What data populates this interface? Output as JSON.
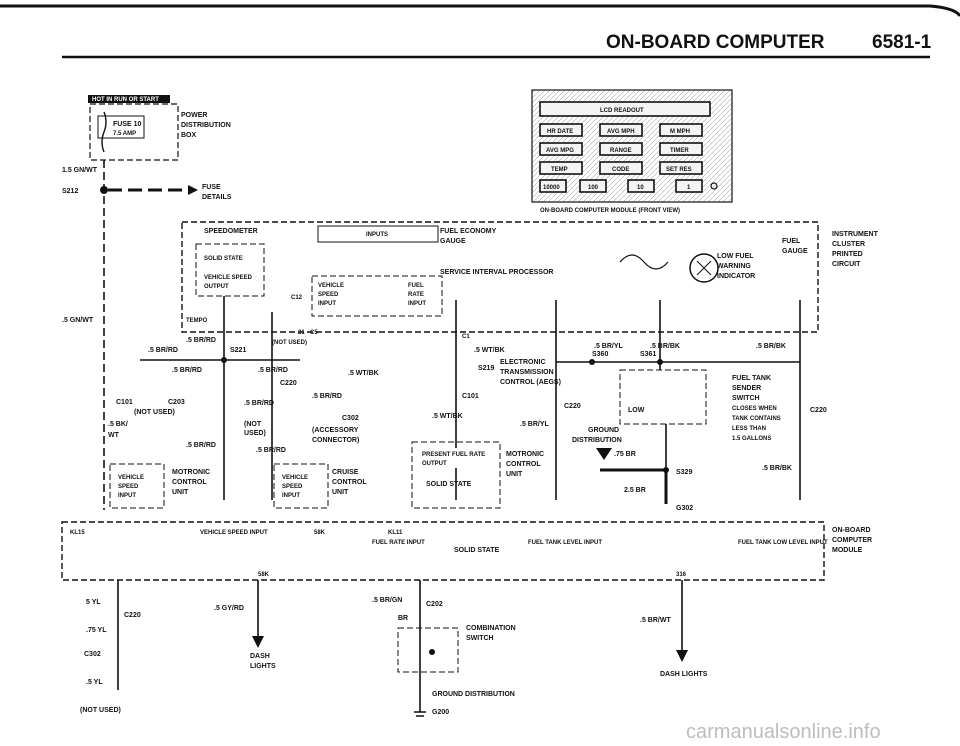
{
  "page": {
    "title": "ON-BOARD COMPUTER",
    "number": "6581-1",
    "watermark": "carmanualsonline.info"
  },
  "hot_badge": "HOT IN RUN OR START",
  "fuse": {
    "name": "FUSE 10",
    "amp": "7.5 AMP",
    "power1": "POWER",
    "power2": "DISTRIBUTION",
    "power3": "BOX",
    "details1": "FUSE",
    "details2": "DETAILS",
    "splice": "S212",
    "wire": "1.5 GN/WT"
  },
  "display": {
    "lcd": "LCD READOUT",
    "row1": [
      "HR DATE",
      "AVG MPH",
      "M MPH"
    ],
    "row2": [
      "AVG MPG",
      "RANGE",
      "TIMER"
    ],
    "row3": [
      "TEMP",
      "CODE",
      "SET RES"
    ],
    "row4": [
      "10000",
      "100",
      "10",
      "1"
    ],
    "caption": "ON-BOARD COMPUTER MODULE (FRONT VIEW)"
  },
  "cluster": {
    "speedometer": "SPEEDOMETER",
    "solid_state": "SOLID STATE",
    "vso1": "VEHICLE SPEED",
    "vso2": "OUTPUT",
    "tempo": "TEMPO",
    "inputs": "INPUTS",
    "fe1": "FUEL ECONOMY",
    "fe2": "GAUGE",
    "sip": "SERVICE INTERVAL PROCESSOR",
    "vsi1": "VEHICLE",
    "vsi2": "SPEED",
    "vsi3": "INPUT",
    "fri1": "FUEL",
    "fri2": "RATE",
    "fri3": "INPUT",
    "fuel_gauge1": "FUEL",
    "fuel_gauge2": "GAUGE",
    "low_fuel1": "LOW FUEL",
    "low_fuel2": "WARNING",
    "low_fuel3": "INDICATOR",
    "label1": "INSTRUMENT",
    "label2": "CLUSTER",
    "label3": "PRINTED",
    "label4": "CIRCUIT",
    "c12": "C12",
    "c5": "C5"
  },
  "mid": {
    "wire_5gnwt": ".5 GN/WT",
    "br_rd": ".5 BR/RD",
    "s221": "S221",
    "c5_21": "21",
    "not_used": "(NOT USED)",
    "c1": "C1",
    "wt_bk": ".5 WT/BK",
    "s219": "S219",
    "ecu1": "ELECTRONIC",
    "ecu2": "TRANSMISSION",
    "ecu3": "CONTROL (AEGS)",
    "c101": "C101",
    "c220": "C220",
    "c203": "C203",
    "c302": "C302",
    "acc1": "(ACCESSORY",
    "acc2": "CONNECTOR)",
    "not_used2": "(NOT",
    "not_used3": "USED)",
    "pfr1": "PRESENT FUEL RATE",
    "pfr2": "OUTPUT",
    "mc1": "MOTRONIC",
    "mc2": "CONTROL",
    "mc3": "UNIT",
    "ss": "SOLID STATE",
    "cruise1": "CRUISE",
    "cruise2": "CONTROL",
    "cruise3": "UNIT",
    "vspd1": "VEHICLE",
    "vspd2": "SPEED",
    "vspd3": "INPUT",
    "bk_wt": ".5 BK/",
    "wt": "WT",
    "s360": "S360",
    "s361": "S361",
    "br_yl": ".5 BR/YL",
    "br_bk": ".5 BR/BK",
    "ground": "GROUND",
    "dist": "DISTRIBUTION",
    "br75": ".75 BR",
    "s329": "S329",
    "br25": "2.5 BR",
    "g302": "G302",
    "ft1": "FUEL TANK",
    "ft2": "SENDER",
    "ft3": "SWITCH",
    "ft4": "CLOSES WHEN",
    "ft5": "TANK CONTAINS",
    "ft6": "LESS THAN",
    "ft7": "1.5 GALLONS",
    "low": "LOW"
  },
  "module": {
    "kl15": "KL15",
    "vsi": "VEHICLE SPEED INPUT",
    "kl58": "58K",
    "kl11": "KL11",
    "fri": "FUEL RATE INPUT",
    "ss": "SOLID STATE",
    "ftl": "FUEL TANK LEVEL INPUT",
    "ftll": "FUEL TANK LOW LEVEL INPUT",
    "label1": "ON-BOARD",
    "label2": "COMPUTER",
    "label3": "MODULE",
    "pin316": "316"
  },
  "bottom": {
    "yl5": "5 YL",
    "c220": "C220",
    "yl75": ".75 YL",
    "c302": "C302",
    "yl5b": ".5 YL",
    "not_used": "(NOT USED)",
    "gy_rd": ".5 GY/RD",
    "dash1": "DASH",
    "dash2": "LIGHTS",
    "br_gn": ".5 BR/GN",
    "c202": "C202",
    "br": "BR",
    "comb1": "COMBINATION",
    "comb2": "SWITCH",
    "gd1": "GROUND DISTRIBUTION",
    "g200": "G200",
    "br_wt": ".5 BR/WT",
    "dash_lights": "DASH LIGHTS"
  }
}
